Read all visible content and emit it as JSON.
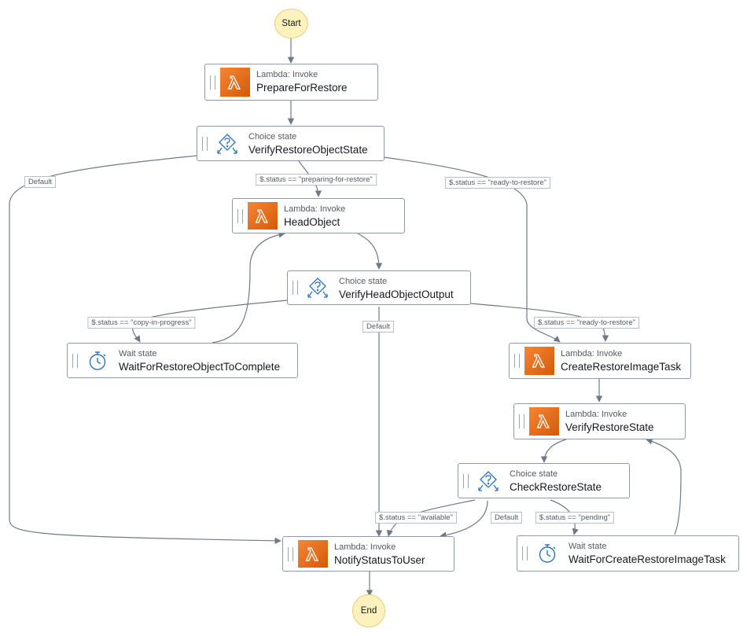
{
  "start_label": "Start",
  "end_label": "End",
  "nodes": {
    "prepare": {
      "kind": "Lambda: Invoke",
      "name": "PrepareForRestore",
      "icon": "lambda-icon"
    },
    "verifyRestoreObject": {
      "kind": "Choice state",
      "name": "VerifyRestoreObjectState",
      "icon": "choice-icon"
    },
    "headObject": {
      "kind": "Lambda: Invoke",
      "name": "HeadObject",
      "icon": "lambda-icon"
    },
    "verifyHeadObject": {
      "kind": "Choice state",
      "name": "VerifyHeadObjectOutput",
      "icon": "choice-icon"
    },
    "waitRestoreObject": {
      "kind": "Wait state",
      "name": "WaitForRestoreObjectToComplete",
      "icon": "timer-icon"
    },
    "createRestoreImage": {
      "kind": "Lambda: Invoke",
      "name": "CreateRestoreImageTask",
      "icon": "lambda-icon"
    },
    "verifyRestoreState": {
      "kind": "Lambda: Invoke",
      "name": "VerifyRestoreState",
      "icon": "lambda-icon"
    },
    "checkRestoreState": {
      "kind": "Choice state",
      "name": "CheckRestoreState",
      "icon": "choice-icon"
    },
    "notifyStatus": {
      "kind": "Lambda: Invoke",
      "name": "NotifyStatusToUser",
      "icon": "lambda-icon"
    },
    "waitCreateRestoreImage": {
      "kind": "Wait state",
      "name": "WaitForCreateRestoreImageTask",
      "icon": "timer-icon"
    }
  },
  "edge_labels": {
    "default_1": "Default",
    "preparing": "$.status  == \"preparing-for-restore\"",
    "ready_1": "$.status == \"ready-to-restore\"",
    "copy": "$.status == \"copy-in-progress\"",
    "default_2": "Default",
    "ready_2": "$.status == \"ready-to-restore\"",
    "available": "$.status == \"available\"",
    "default_3": "Default",
    "pending": "$.status == \"pending\""
  },
  "colors": {
    "lambda_orange": "#e8711a",
    "choice_blue": "#2e73b8",
    "terminal_yellow": "#fdf1be",
    "edge_gray": "#6f7a86"
  }
}
